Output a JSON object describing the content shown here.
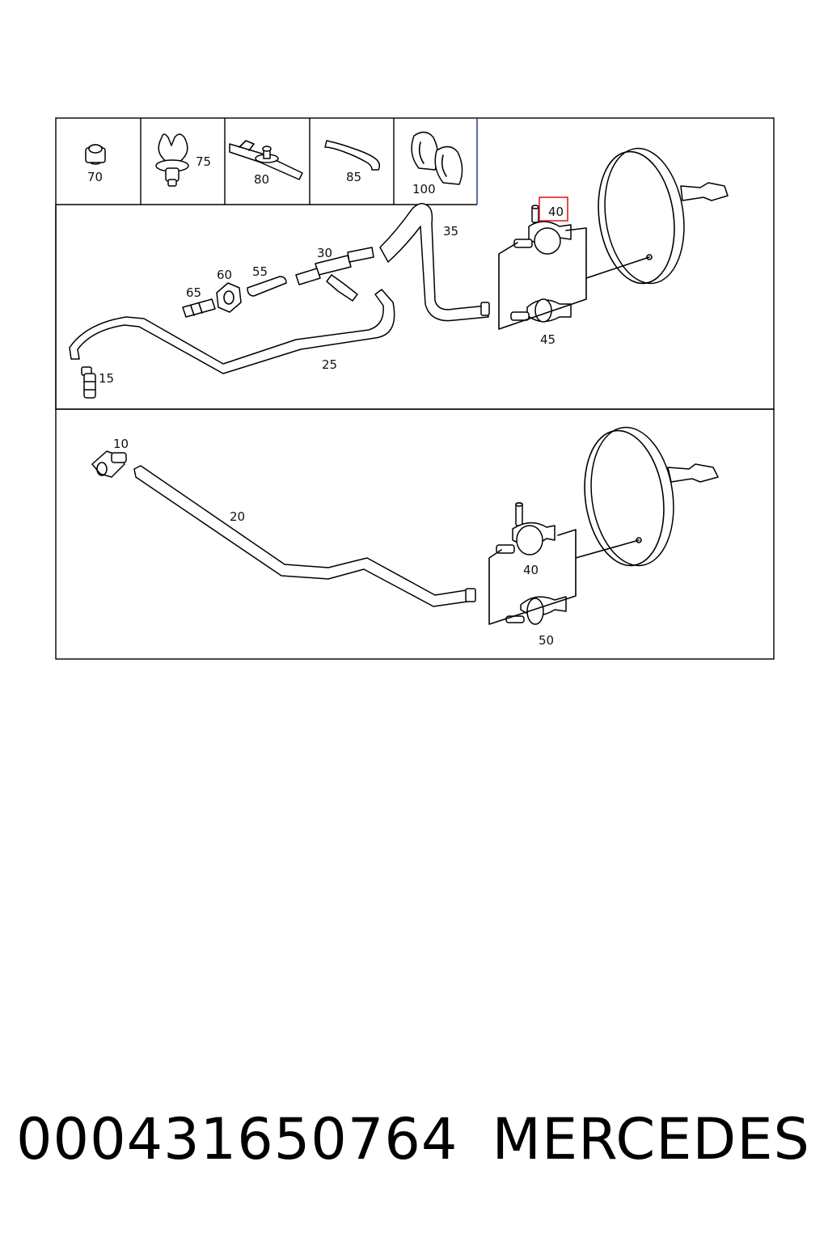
{
  "diagram": {
    "accessory_labels": {
      "p70": "70",
      "p75": "75",
      "p80": "80",
      "p85": "85",
      "p100": "100"
    },
    "upper_labels": {
      "p40": "40",
      "p35": "35",
      "p30": "30",
      "p60": "60",
      "p55": "55",
      "p65": "65",
      "p45": "45",
      "p25": "25",
      "p15": "15"
    },
    "lower_labels": {
      "p10": "10",
      "p20": "20",
      "p40": "40",
      "p50": "50"
    },
    "highlighted_part": "40",
    "highlight_color": "#e02020"
  },
  "caption": {
    "part_number": "000431650764",
    "brand": "MERCEDES"
  }
}
